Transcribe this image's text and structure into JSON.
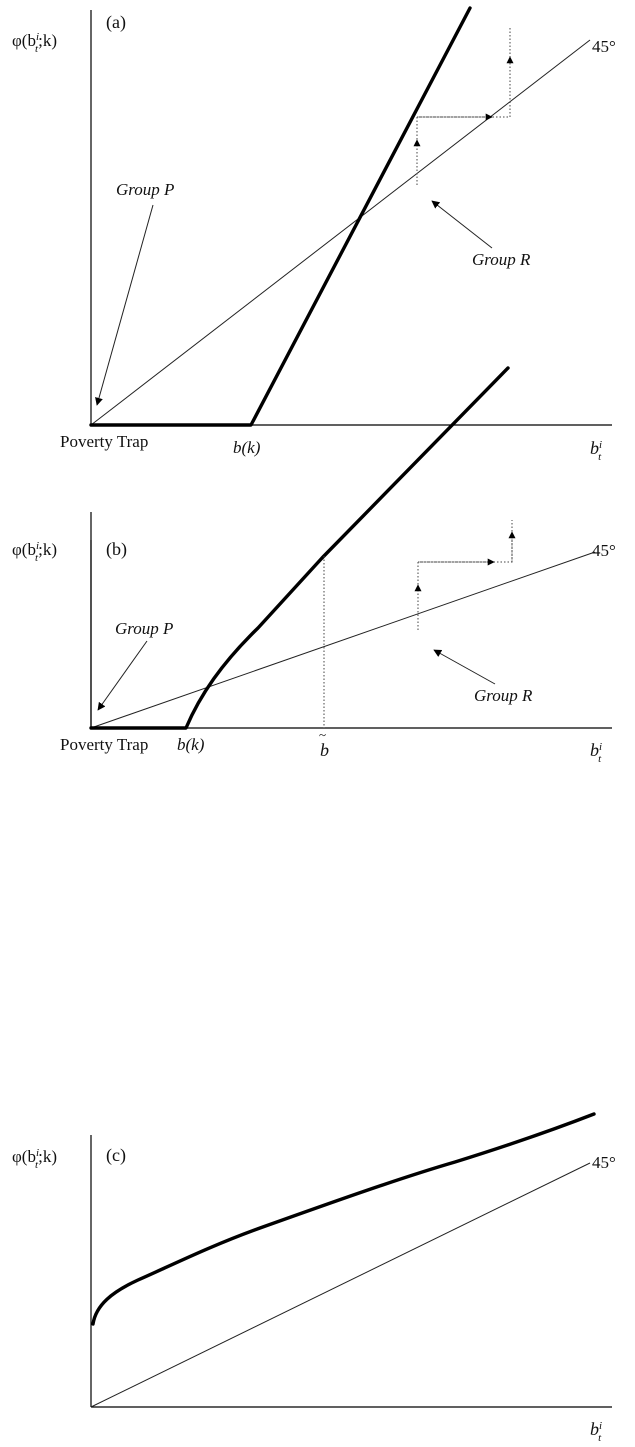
{
  "panels": [
    {
      "id": "a",
      "ylabel": "φ(b",
      "ylabel_sup": "i",
      "ylabel_sub": "t",
      "ylabel_tail": ";k)",
      "tag": "(a)",
      "line45": "45°",
      "group_p": "Group P",
      "group_r": "Group R",
      "poverty": "Poverty Trap",
      "bk": "b(k)",
      "xlabel": "b",
      "xlabel_sup": "i",
      "xlabel_sub": "t"
    },
    {
      "id": "b",
      "ylabel": "φ(b",
      "ylabel_sup": "i",
      "ylabel_sub": "t",
      "ylabel_tail": ";k)",
      "tag": "(b)",
      "line45": "45°",
      "group_p": "Group P",
      "group_r": "Group R",
      "poverty": "Poverty Trap",
      "bk": "b(k)",
      "btilde": "b",
      "xlabel": "b",
      "xlabel_sup": "i",
      "xlabel_sub": "t"
    },
    {
      "id": "c",
      "ylabel": "φ(b",
      "ylabel_sup": "i",
      "ylabel_sub": "t",
      "ylabel_tail": ";k)",
      "tag": "(c)",
      "line45": "45°",
      "xlabel": "b",
      "xlabel_sup": "i",
      "xlabel_sub": "t"
    }
  ]
}
